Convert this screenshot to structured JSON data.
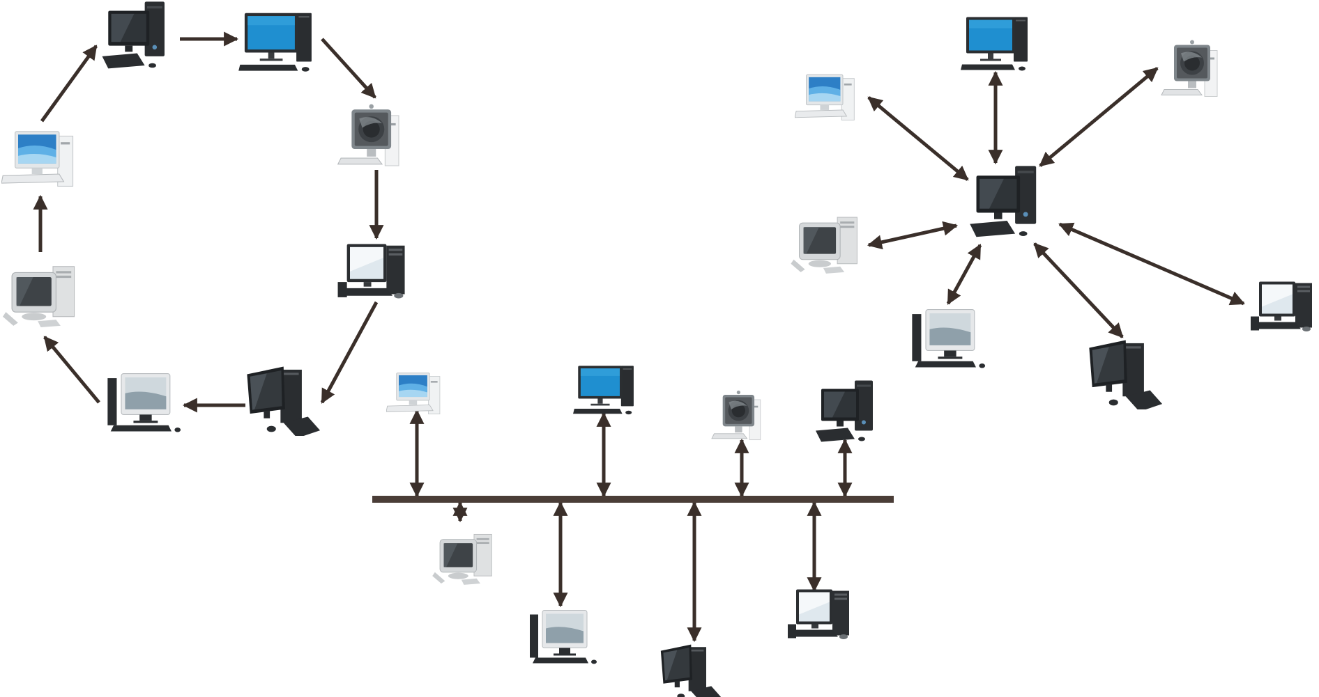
{
  "colors": {
    "arrow": "#3a2f2a",
    "bus": "#4a3d37",
    "screen_blue": "#1f8fd0",
    "screen_light": "#dfe8ee",
    "monitor_dark": "#1e2124",
    "case_black": "#26292c",
    "case_white": "#e6e8ea",
    "keyboard": "#2a2d30"
  },
  "diagram": {
    "topologies": [
      {
        "name": "ring",
        "nodes": [
          {
            "id": "ring-1",
            "icon": "desktop-black-tower"
          },
          {
            "id": "ring-2",
            "icon": "desktop-blue-screen"
          },
          {
            "id": "ring-3",
            "icon": "imac-gray"
          },
          {
            "id": "ring-4",
            "icon": "desktop-white-tower"
          },
          {
            "id": "ring-5",
            "icon": "desktop-black-lcd"
          },
          {
            "id": "ring-6",
            "icon": "desktop-slim-silver"
          },
          {
            "id": "ring-7",
            "icon": "crt-beige"
          },
          {
            "id": "ring-8",
            "icon": "laptop-blue"
          }
        ],
        "links": "directed-cycle"
      },
      {
        "name": "star",
        "hub": {
          "id": "star-hub",
          "icon": "desktop-black-tower"
        },
        "nodes": [
          {
            "id": "star-1",
            "icon": "laptop-blue"
          },
          {
            "id": "star-2",
            "icon": "desktop-blue-screen"
          },
          {
            "id": "star-3",
            "icon": "imac-gray"
          },
          {
            "id": "star-4",
            "icon": "crt-beige"
          },
          {
            "id": "star-5",
            "icon": "desktop-slim-silver"
          },
          {
            "id": "star-6",
            "icon": "desktop-black-lcd"
          },
          {
            "id": "star-7",
            "icon": "desktop-white-tower"
          }
        ],
        "links": "bidirectional"
      },
      {
        "name": "bus",
        "top_nodes": [
          {
            "id": "bus-t1",
            "icon": "laptop-blue"
          },
          {
            "id": "bus-t2",
            "icon": "desktop-blue-screen"
          },
          {
            "id": "bus-t3",
            "icon": "imac-gray"
          },
          {
            "id": "bus-t4",
            "icon": "desktop-black-tower"
          }
        ],
        "bottom_nodes": [
          {
            "id": "bus-b1",
            "icon": "crt-beige"
          },
          {
            "id": "bus-b2",
            "icon": "desktop-slim-silver"
          },
          {
            "id": "bus-b3",
            "icon": "desktop-black-lcd"
          },
          {
            "id": "bus-b4",
            "icon": "desktop-white-tower"
          }
        ],
        "links": "bidirectional"
      }
    ]
  }
}
